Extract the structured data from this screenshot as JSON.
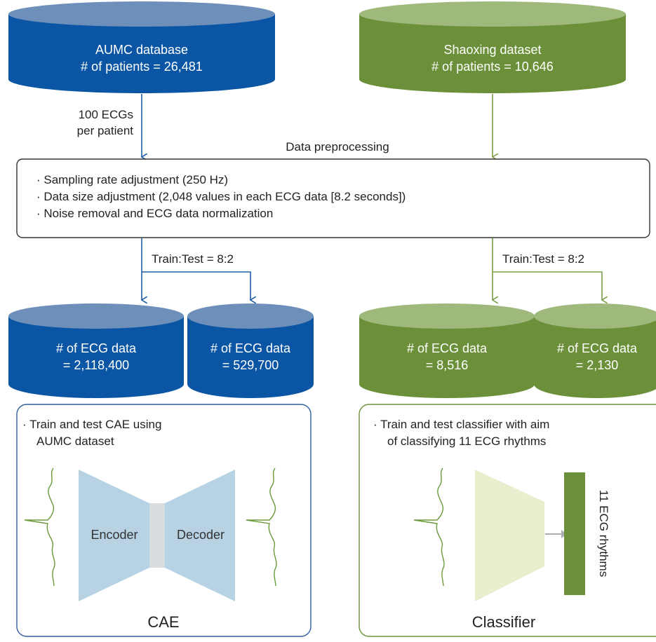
{
  "colors": {
    "blue": "#0a56a5",
    "blue_top": "#6d8fb9",
    "green": "#6b9039",
    "green_top": "#9fb97d",
    "arrow_blue": "#1f5fa8",
    "arrow_green": "#77a047",
    "encoder_fill": "#b7d3e3",
    "bottleneck_fill": "#d9dde2",
    "classifier_fill": "#e8efcf",
    "rhythm_bar": "#6b9039",
    "ecg_line": "#6a9a3b",
    "gray_arrow": "#a9aeb3"
  },
  "sources": {
    "aumc": {
      "line1": "AUMC database",
      "line2": "# of patients = 26,481"
    },
    "shaoxing": {
      "line1": "Shaoxing dataset",
      "line2": "# of patients = 10,646"
    }
  },
  "per_patient": {
    "line1": "100 ECGs",
    "line2": "per patient"
  },
  "preprocessing": {
    "title": "Data preprocessing",
    "items": [
      "· Sampling rate adjustment (250 Hz)",
      "· Data size adjustment (2,048 values in each ECG data [8.2 seconds])",
      "· Noise removal and ECG data normalization"
    ]
  },
  "split_labels": {
    "left": "Train:Test = 8:2",
    "right": "Train:Test = 8:2"
  },
  "splits": [
    {
      "line1": "# of ECG data",
      "line2": "= 2,118,400"
    },
    {
      "line1": "# of ECG data",
      "line2": "= 529,700"
    },
    {
      "line1": "# of ECG data",
      "line2": "= 8,516"
    },
    {
      "line1": "# of ECG data",
      "line2": "= 2,130"
    }
  ],
  "cae_panel": {
    "desc_line1": "· Train and test CAE using",
    "desc_line2": "AUMC dataset",
    "encoder": "Encoder",
    "decoder": "Decoder",
    "caption": "CAE"
  },
  "classifier_panel": {
    "desc_line1": "· Train and test classifier with aim",
    "desc_line2": "of classifying 11 ECG rhythms",
    "rhythms": "11 ECG rhythms",
    "caption": "Classifier"
  }
}
